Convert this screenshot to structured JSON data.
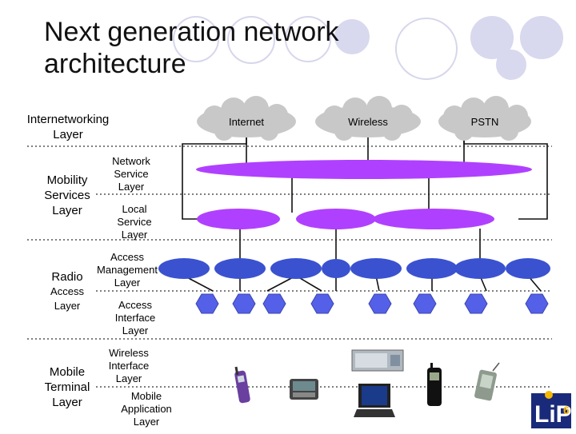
{
  "title": {
    "line1": "Next generation network",
    "line2": "architecture"
  },
  "clouds": [
    "Internet",
    "Wireless",
    "PSTN"
  ],
  "labels": {
    "internetworking": {
      "line1": "Internetworking",
      "line2": "Layer"
    },
    "mobility": {
      "line1": "Mobility",
      "line2": "Services",
      "line3": "Layer"
    },
    "network_service": {
      "line1": "Network",
      "line2": "Service",
      "line3": "Layer"
    },
    "local_service": {
      "line1": "Local",
      "line2": "Service",
      "line3": "Layer"
    },
    "radio_access": {
      "line1": "Radio",
      "line2": "Access",
      "line3": "Layer"
    },
    "access_mgmt": {
      "line1": "Access",
      "line2": "Management",
      "line3": "Layer"
    },
    "access_interface": {
      "line1": "Access",
      "line2": "Interface",
      "line3": "Layer"
    },
    "mobile_terminal": {
      "line1": "Mobile",
      "line2": "Terminal",
      "line3": "Layer"
    },
    "wireless_interface": {
      "line1": "Wireless",
      "line2": "Interface",
      "line3": "Layer"
    },
    "mobile_app": {
      "line1": "Mobile",
      "line2": "Application",
      "line3": "Layer"
    }
  },
  "logo": {
    "letters": "LiP",
    "number": "6"
  },
  "colors": {
    "purple": "#b040ff",
    "blue": "#3a52d0",
    "hex": "#5560e8",
    "cloud": "#c8c8c8",
    "deco": "#d8d8ee"
  }
}
